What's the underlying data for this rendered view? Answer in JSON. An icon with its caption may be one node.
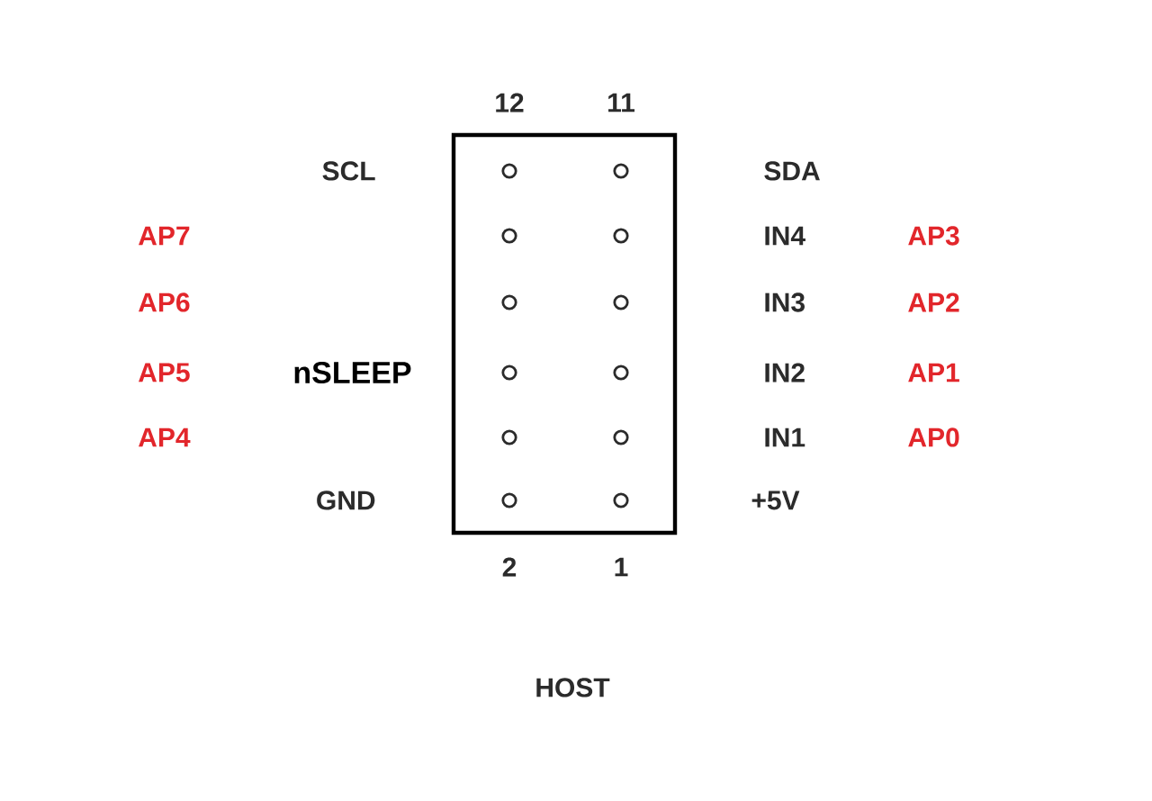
{
  "diagram": {
    "nodes": [
      {
        "text": [],
        "shape": "box"
      }
    ],
    "labels": [
      "12",
      "11",
      "SCL",
      "SDA",
      "AP7",
      "IN4",
      "AP3",
      "AP6",
      "IN3",
      "AP2",
      "AP5",
      "nSLEEP",
      "IN2",
      "AP1",
      "AP4",
      "IN1",
      "AP0",
      "GND",
      "+5V",
      "2",
      "1",
      "HOST"
    ]
  }
}
